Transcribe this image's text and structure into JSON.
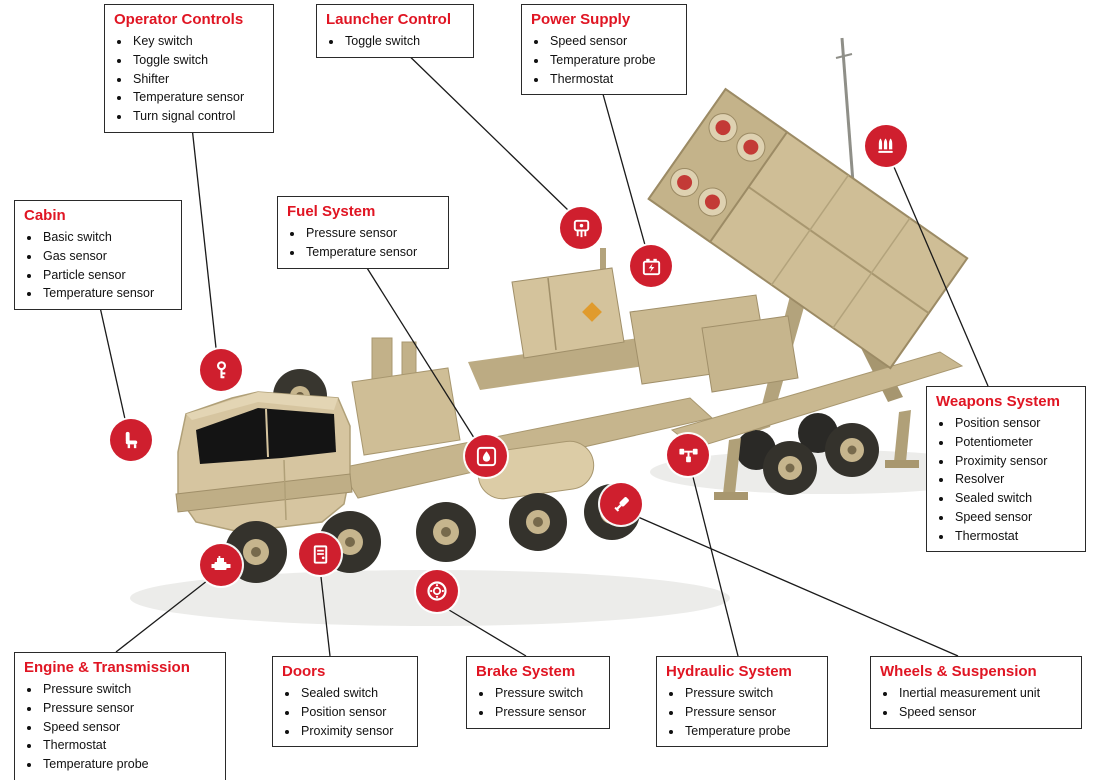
{
  "figure": {
    "description": "Sensor and switch locations on a military missile-launcher truck"
  },
  "callouts": {
    "operator_controls": {
      "title": "Operator Controls",
      "items": [
        "Key switch",
        "Toggle switch",
        "Shifter",
        "Temperature sensor",
        "Turn signal control"
      ]
    },
    "launcher_control": {
      "title": "Launcher Control",
      "items": [
        "Toggle switch"
      ]
    },
    "power_supply": {
      "title": "Power Supply",
      "items": [
        "Speed sensor",
        "Temperature probe",
        "Thermostat"
      ]
    },
    "cabin": {
      "title": "Cabin",
      "items": [
        "Basic switch",
        "Gas sensor",
        "Particle sensor",
        "Temperature sensor"
      ]
    },
    "fuel_system": {
      "title": "Fuel System",
      "items": [
        "Pressure sensor",
        "Temperature sensor"
      ]
    },
    "weapons_system": {
      "title": "Weapons System",
      "items": [
        "Position sensor",
        "Potentiometer",
        "Proximity sensor",
        "Resolver",
        "Sealed switch",
        "Speed sensor",
        "Thermostat"
      ]
    },
    "engine_transmission": {
      "title": "Engine & Transmission",
      "items": [
        "Pressure switch",
        "Pressure sensor",
        "Speed sensor",
        "Thermostat",
        "Temperature probe"
      ]
    },
    "doors": {
      "title": "Doors",
      "items": [
        "Sealed switch",
        "Position sensor",
        "Proximity sensor"
      ]
    },
    "brake_system": {
      "title": "Brake System",
      "items": [
        "Pressure switch",
        "Pressure sensor"
      ]
    },
    "hydraulic_system": {
      "title": "Hydraulic System",
      "items": [
        "Pressure switch",
        "Pressure sensor",
        "Temperature probe"
      ]
    },
    "wheels_suspension": {
      "title": "Wheels & Suspension",
      "items": [
        "Inertial measurement unit",
        "Speed sensor"
      ]
    }
  },
  "icons": {
    "operator_controls": "key-icon",
    "cabin": "seat-icon",
    "engine": "engine-icon",
    "doors": "door-icon",
    "brake": "brake-disc-icon",
    "fuel": "fuel-droplet-icon",
    "suspension": "shock-absorber-icon",
    "hydraulic": "hydraulic-manifold-icon",
    "launcher": "sensor-component-icon",
    "power": "power-box-icon",
    "weapons": "ammunition-icon"
  },
  "colors": {
    "title_red": "#e01523",
    "icon_red": "#cf1f2e",
    "box_border": "#2a2a2a",
    "line_black": "#1a1a1a",
    "vehicle_tan": "#d2c19c"
  }
}
